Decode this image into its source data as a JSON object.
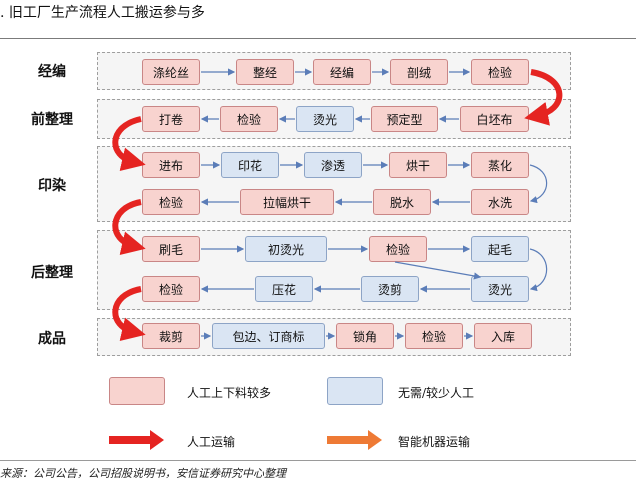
{
  "title": ". 旧工厂生产流程人工搬运参与多",
  "stages": {
    "s1": "经编",
    "s2": "前整理",
    "s3": "印染",
    "s4": "后整理",
    "s5": "成品"
  },
  "steps": {
    "r1": [
      "涤纶丝",
      "整经",
      "经编",
      "剖绒",
      "检验"
    ],
    "r2": [
      "打卷",
      "检验",
      "烫光",
      "预定型",
      "白坯布"
    ],
    "r3": [
      "进布",
      "印花",
      "渗透",
      "烘干",
      "蒸化"
    ],
    "r4": [
      "检验",
      "拉幅烘干",
      "脱水",
      "水洗"
    ],
    "r5": [
      "刷毛",
      "初烫光",
      "检验",
      "起毛"
    ],
    "r6": [
      "检验",
      "压花",
      "烫剪",
      "烫光"
    ],
    "r7": [
      "裁剪",
      "包边、订商标",
      "锁角",
      "检验",
      "入库"
    ]
  },
  "legend": {
    "manual_load": "人工上下料较多",
    "no_manual": "无需/较少人工",
    "manual_transport": "人工运输",
    "robot_transport": "智能机器运输"
  },
  "colors": {
    "manual_fill": "#f8d3cf",
    "auto_fill": "#dae5f3",
    "manual_arrow": "#e52421",
    "robot_arrow": "#ee7a35",
    "flow_arrow": "#5b7db8"
  },
  "source": "来源：公司公告，公司招股说明书，安信证券研究中心整理"
}
